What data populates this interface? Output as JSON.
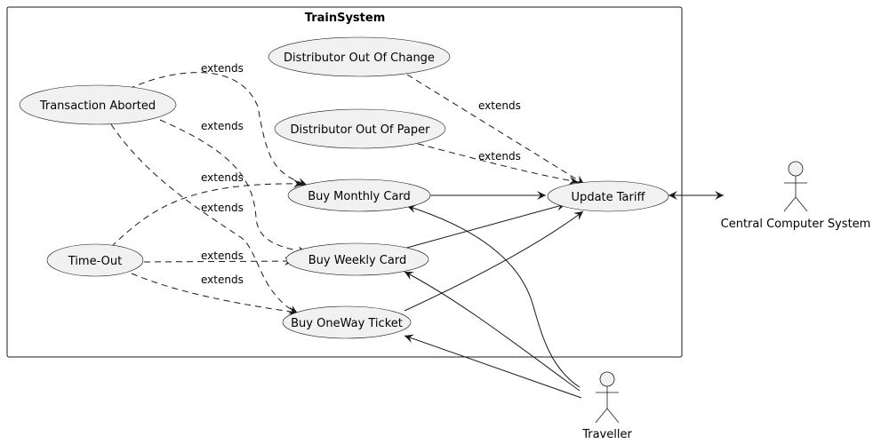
{
  "system": {
    "title": "TrainSystem"
  },
  "actors": {
    "central": {
      "label": "Central Computer System"
    },
    "traveller": {
      "label": "Traveller"
    }
  },
  "use_cases": {
    "distributor_out_of_change": "Distributor Out Of Change",
    "distributor_out_of_paper": "Distributor Out Of Paper",
    "transaction_aborted": "Transaction Aborted",
    "time_out": "Time-Out",
    "buy_monthly_card": "Buy Monthly Card",
    "buy_weekly_card": "Buy Weekly Card",
    "buy_oneway_ticket": "Buy OneWay Ticket",
    "update_tariff": "Update Tariff"
  },
  "relations": {
    "extends_label": "extends"
  }
}
